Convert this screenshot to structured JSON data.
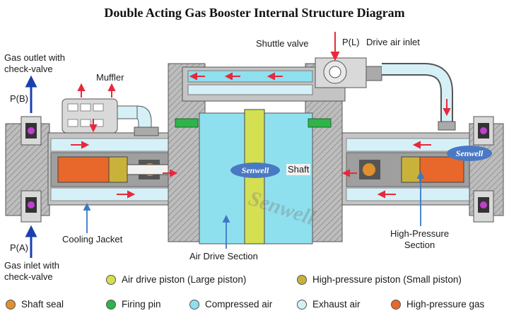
{
  "title": "Double Acting Gas Booster Internal Structure Diagram",
  "labels": {
    "gas_outlet": "Gas outlet with",
    "gas_outlet_2": "check-valve",
    "p_b": "P(B)",
    "muffler": "Muffler",
    "shuttle_valve": "Shuttle valve",
    "p_l": "P(L)",
    "drive_air_inlet": "Drive air inlet",
    "shaft": "Shaft",
    "p_a": "P(A)",
    "gas_inlet": "Gas inlet with",
    "gas_inlet_2": "check-valve",
    "cooling_jacket": "Cooling Jacket",
    "air_drive_section": "Air Drive Section",
    "high_pressure_section": "High-Pressure",
    "high_pressure_section_2": "Section"
  },
  "brand": {
    "logo_left": "Senwell",
    "logo_right": "Senwell",
    "watermark": "Senwell"
  },
  "legend": [
    {
      "label": "Air drive piston (Large piston)",
      "color": "#d4df52"
    },
    {
      "label": "High-pressure piston (Small piston)",
      "color": "#c9b23a"
    },
    {
      "label": "Shaft seal",
      "color": "#e0902c"
    },
    {
      "label": "Firing pin",
      "color": "#2fb34a"
    },
    {
      "label": "Compressed air",
      "color": "#8fe0ee"
    },
    {
      "label": "Exhaust air",
      "color": "#d6f0f7"
    },
    {
      "label": "High-pressure gas",
      "color": "#e8672a"
    }
  ],
  "colors": {
    "steel": "#c4c4c4",
    "steel_dark": "#8a8a8a",
    "arrow_red": "#e8283c",
    "arrow_blue": "#1a3fb0",
    "pointer_blue": "#3b78c8"
  }
}
